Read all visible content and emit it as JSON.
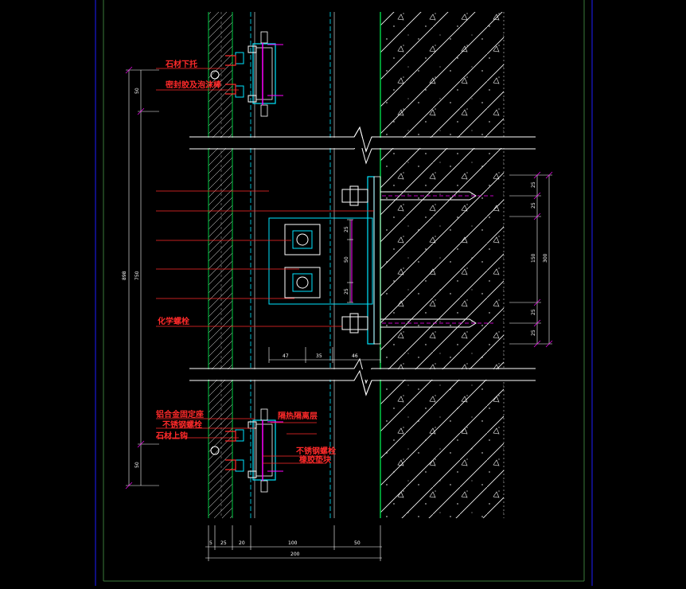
{
  "colors": {
    "background": "#000000",
    "frame": "#1e1eff",
    "border": "#3a7a3a",
    "wall": "#00cc44",
    "stone": "#b8b8b8",
    "metal": "#00e5ff",
    "bracket": "#ff00ff",
    "label": "#ff2a2a",
    "dim_white": "#ffffff"
  },
  "labels": {
    "stone_lower_support": "石材下托",
    "sealant_foam_rod": "密封胶及泡沫棒",
    "chemical_anchor": "化学螺栓",
    "alu_fixing_seat": "铝合金固定座",
    "stainless_bolt_left": "不锈钢螺栓",
    "stone_upper_hook": "石材上钩",
    "insulation_layer": "隔热隔离层",
    "stainless_bolt_right": "不锈钢螺栓",
    "rubber_pad": "橡胶垫块"
  },
  "dimensions": {
    "left_total": "898",
    "left_mid": "750",
    "left_top": "50",
    "left_bottom": "50",
    "right_total": "300",
    "right_mid": "150",
    "right_a": "25",
    "right_b": "25",
    "right_c": "25",
    "right_d": "25",
    "plate_a": "25",
    "plate_b": "50",
    "plate_c": "25",
    "mid_a": "47",
    "mid_b": "35",
    "mid_c": "46",
    "bot_a": "5",
    "bot_b": "25",
    "bot_c": "20",
    "bot_d": "100",
    "bot_e": "50",
    "bot_total": "200"
  }
}
